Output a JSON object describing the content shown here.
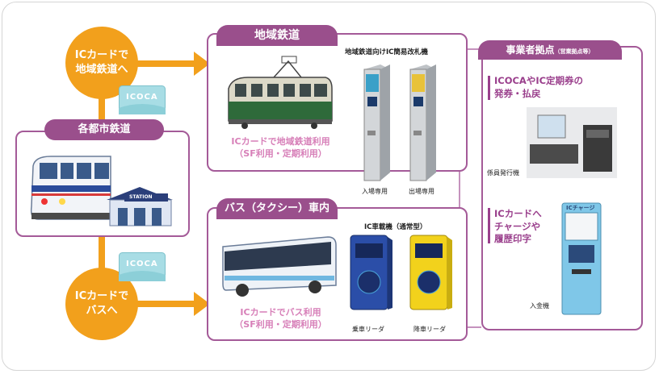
{
  "circles": {
    "regional": [
      "ICカードで",
      "地域鉄道へ"
    ],
    "bus": [
      "ICカードで",
      "バスへ"
    ]
  },
  "card_label": "ICOCA",
  "city_rail": {
    "title": "各都市鉄道",
    "station_sign": "STATION"
  },
  "regional_rail": {
    "title": "地域鉄道",
    "caption": [
      "ICカードで地域鉄道利用",
      "（SF利用・定期利用）"
    ],
    "gate_title": "地域鉄道向けIC簡易改札機",
    "gate_in": "入場専用",
    "gate_out": "出場専用"
  },
  "bus": {
    "title": "バス（タクシー）車内",
    "caption": [
      "ICカードでバス利用",
      "（SF利用・定期利用）"
    ],
    "reader_title": "IC車載機（通常型）",
    "reader_board": "乗車リーダ",
    "reader_exit": "降車リーダ"
  },
  "office": {
    "title": "事業者拠点",
    "title_note": "（営業拠点等）",
    "issue": [
      "ICOCAやIC定期券の",
      "発券・払戻"
    ],
    "issue_device": "係員発行機",
    "charge": [
      "ICカードへ",
      "チャージや",
      "履歴印字"
    ],
    "charge_device": "入金機",
    "machine_screen": "ICチャージ"
  },
  "colors": {
    "accent_purple": "#9a4f8c",
    "accent_orange": "#f2a01c",
    "caption_pink": "#d77fb8"
  }
}
